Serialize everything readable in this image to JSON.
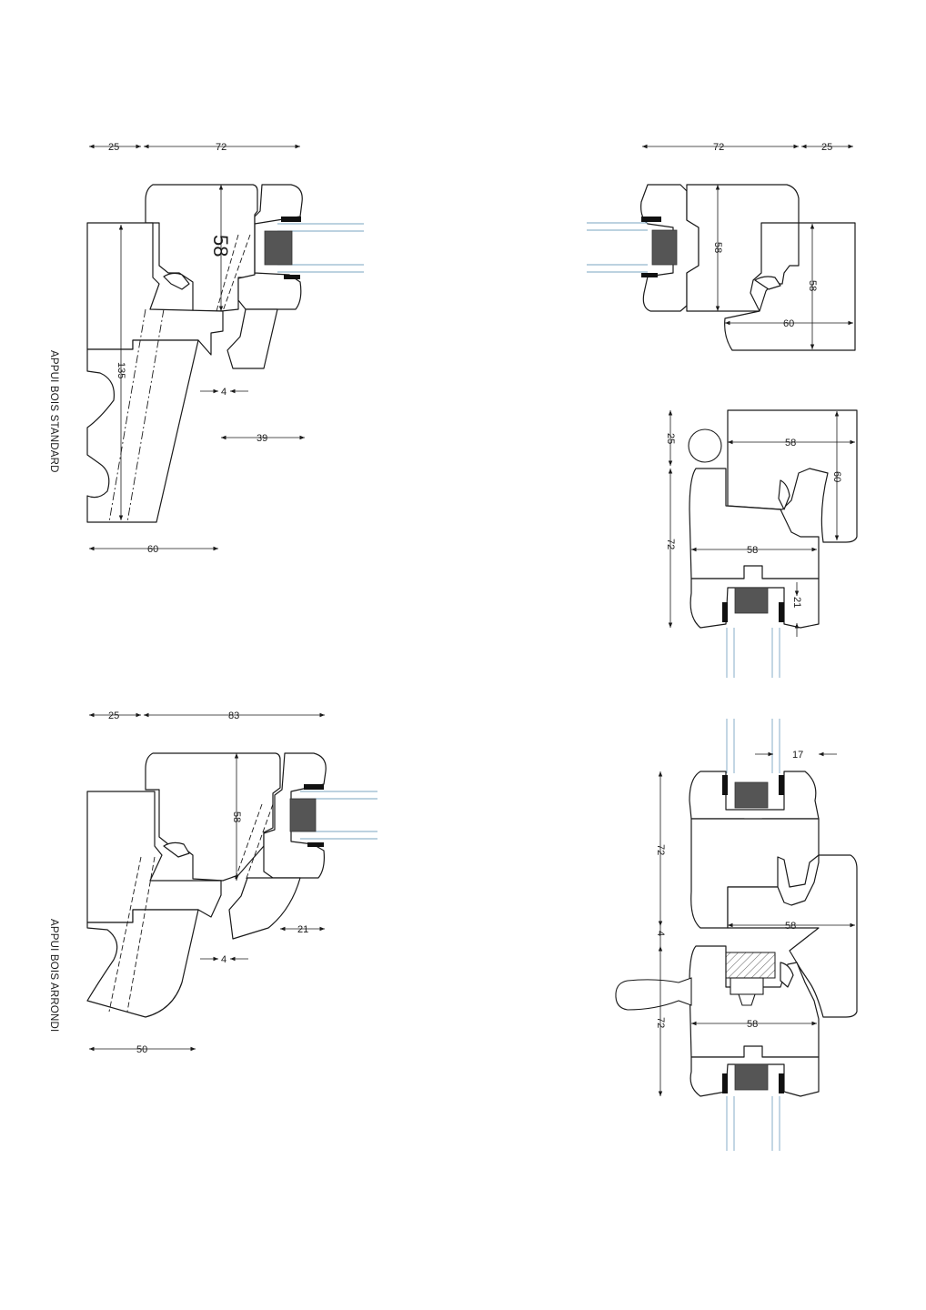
{
  "labels": {
    "standard": "APPUI BOIS STANDARD",
    "arrondi": "APPUI BOIS ARRONDI"
  },
  "dims": {
    "s_top_left": "25",
    "s_top_main": "72",
    "s_height_big": "58",
    "s_sill_height": "135",
    "s_gap": "4",
    "s_drip": "39",
    "s_sill_width": "60",
    "r_top_main": "72",
    "r_top_right": "25",
    "r_frame_h": "58",
    "r_jamb_h": "58",
    "r_jamb_w": "60",
    "h_left_offset": "25",
    "h_frame_w": "58",
    "h_frame_h": "60",
    "h_total": "72",
    "h_sash_w": "58",
    "h_glass_depth": "21",
    "a_top_left": "25",
    "a_top_main": "83",
    "a_height": "58",
    "a_drip": "21",
    "a_gap": "4",
    "a_sill_width": "50",
    "m_glass_offset": "17",
    "m_upper": "72",
    "m_mid_w": "58",
    "m_gap": "4",
    "m_lower": "72",
    "m_lower_w": "58"
  },
  "colors": {
    "line": "#1a1a1a",
    "glass": "#7aa6c2",
    "gasket": "#555555",
    "seal": "#111111"
  }
}
